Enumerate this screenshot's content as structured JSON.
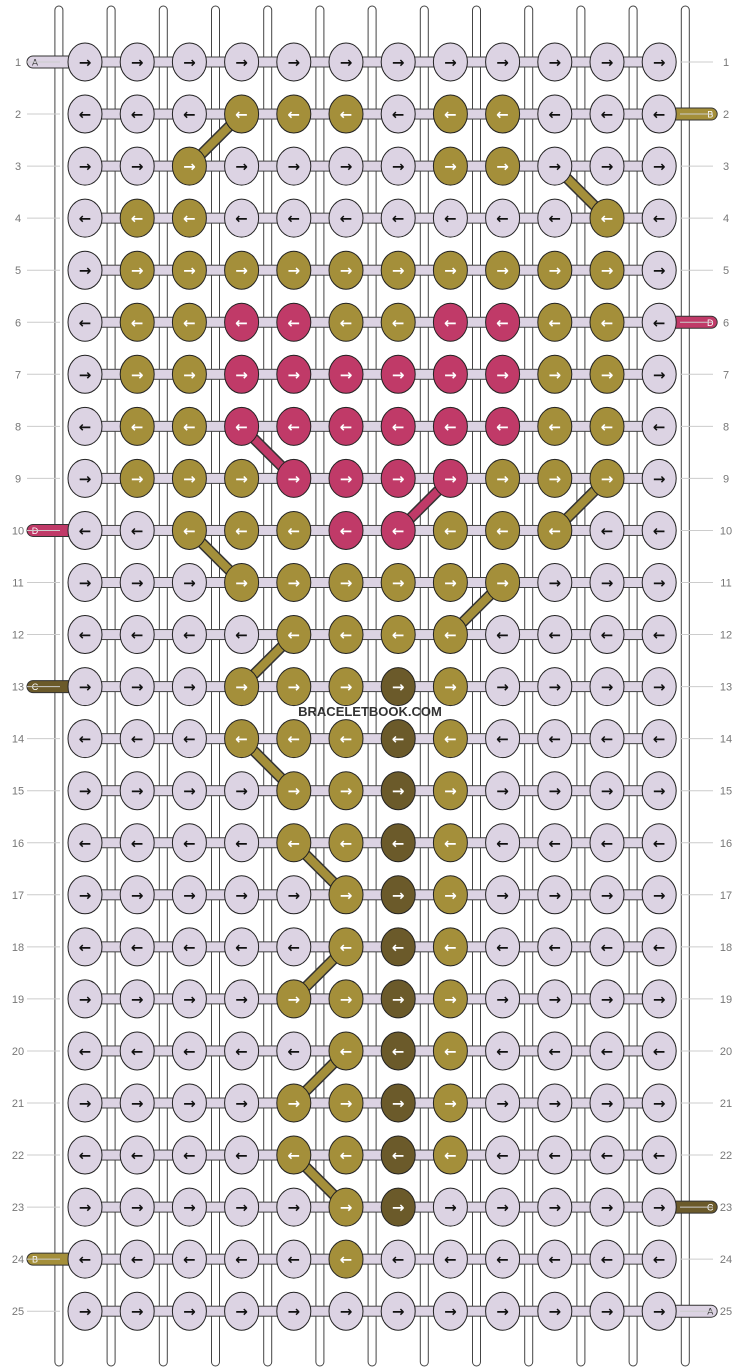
{
  "watermark": "BRACELETBOOK.COM",
  "colors": {
    "A": "#dcd3e3",
    "B": "#a48f3a",
    "C": "#6b5a2a",
    "D": "#c03a68"
  },
  "row_numbers": [
    "1",
    "2",
    "3",
    "4",
    "5",
    "6",
    "7",
    "8",
    "9",
    "10",
    "11",
    "12",
    "13",
    "14",
    "15",
    "16",
    "17",
    "18",
    "19",
    "20",
    "21",
    "22",
    "23",
    "24",
    "25"
  ],
  "start_strings": {
    "left": [
      {
        "row": 1,
        "label": "A"
      },
      {
        "row": 10,
        "label": "D"
      },
      {
        "row": 13,
        "label": "C"
      },
      {
        "row": 24,
        "label": "B"
      }
    ],
    "right": [
      {
        "row": 2,
        "label": "B"
      },
      {
        "row": 6,
        "label": "D"
      },
      {
        "row": 23,
        "label": "C"
      },
      {
        "row": 25,
        "label": "A"
      }
    ]
  },
  "knot_rows": [
    "AAAAAAAAAAAA",
    "AAABBBABBAAA",
    "AABAAAABBAAA",
    "ABBAAAAAAABA",
    "ABBBBBBBBBBA",
    "ABBDDBBDDBBA",
    "ABBDDDDDDBBA",
    "ABBDDDDDDBBA",
    "ABBBDDDDBBBA",
    "AABBBDDBBBAA",
    "AAABBBBBBAAA",
    "AAAABBBBAAAA",
    "AAABBBCBAAAA",
    "AAABBBCBAAAA",
    "AAAABBCBAAAA",
    "AAAABBCBAAAA",
    "AAAAABCBAAAA",
    "AAAAABCBAAAA",
    "AAAABBCBAAAA",
    "AAAAABCBAAAA",
    "AAAABBCBAAAA",
    "AAAABBCBAAAA",
    "AAAAABCAAAAA",
    "AAAAABAAAAAA",
    "AAAAAAAAAAAA"
  ],
  "highlighted_threads": [
    {
      "color": "B",
      "from_row": 2,
      "from_col": 4,
      "to_row": 3,
      "to_col": 3
    },
    {
      "color": "B",
      "from_row": 3,
      "from_col": 10,
      "to_row": 4,
      "to_col": 11
    },
    {
      "color": "D",
      "from_row": 8,
      "from_col": 4,
      "to_row": 9,
      "to_col": 5
    },
    {
      "color": "D",
      "from_row": 9,
      "from_col": 8,
      "to_row": 10,
      "to_col": 7
    },
    {
      "color": "B",
      "from_row": 9,
      "from_col": 11,
      "to_row": 10,
      "to_col": 10
    },
    {
      "color": "B",
      "from_row": 10,
      "from_col": 3,
      "to_row": 11,
      "to_col": 4
    },
    {
      "color": "B",
      "from_row": 11,
      "from_col": 9,
      "to_row": 12,
      "to_col": 8
    },
    {
      "color": "B",
      "from_row": 12,
      "from_col": 5,
      "to_row": 13,
      "to_col": 4
    },
    {
      "color": "B",
      "from_row": 14,
      "from_col": 4,
      "to_row": 15,
      "to_col": 5
    },
    {
      "color": "B",
      "from_row": 16,
      "from_col": 5,
      "to_row": 17,
      "to_col": 6
    },
    {
      "color": "B",
      "from_row": 18,
      "from_col": 6,
      "to_row": 19,
      "to_col": 5
    },
    {
      "color": "B",
      "from_row": 20,
      "from_col": 6,
      "to_row": 21,
      "to_col": 5
    },
    {
      "color": "B",
      "from_row": 22,
      "from_col": 5,
      "to_row": 23,
      "to_col": 6
    }
  ]
}
